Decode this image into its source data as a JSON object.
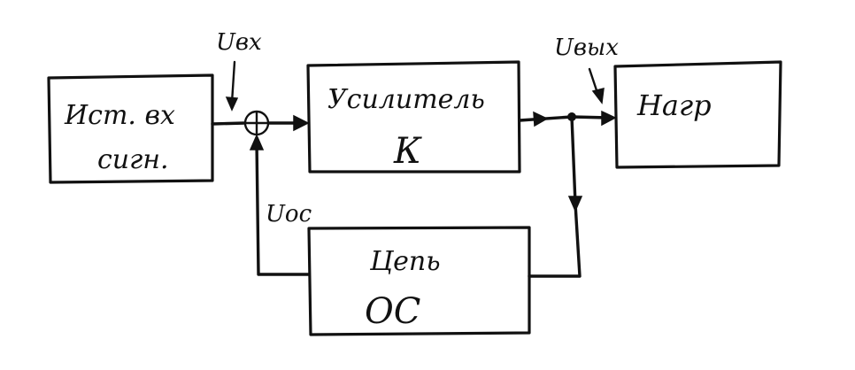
{
  "blocks": {
    "source": {
      "line1": "Ист. вх",
      "line2": "сигн."
    },
    "amplifier": {
      "line1": "Усилитель",
      "line2": "К"
    },
    "load": {
      "line1": "Нагр"
    },
    "feedback": {
      "line1": "Цепь",
      "line2": "ОС"
    }
  },
  "signals": {
    "input": "Uвх",
    "output": "Uвых",
    "feedback": "Uос"
  },
  "colors": {
    "ink": "#111111",
    "paper": "#ffffff"
  }
}
